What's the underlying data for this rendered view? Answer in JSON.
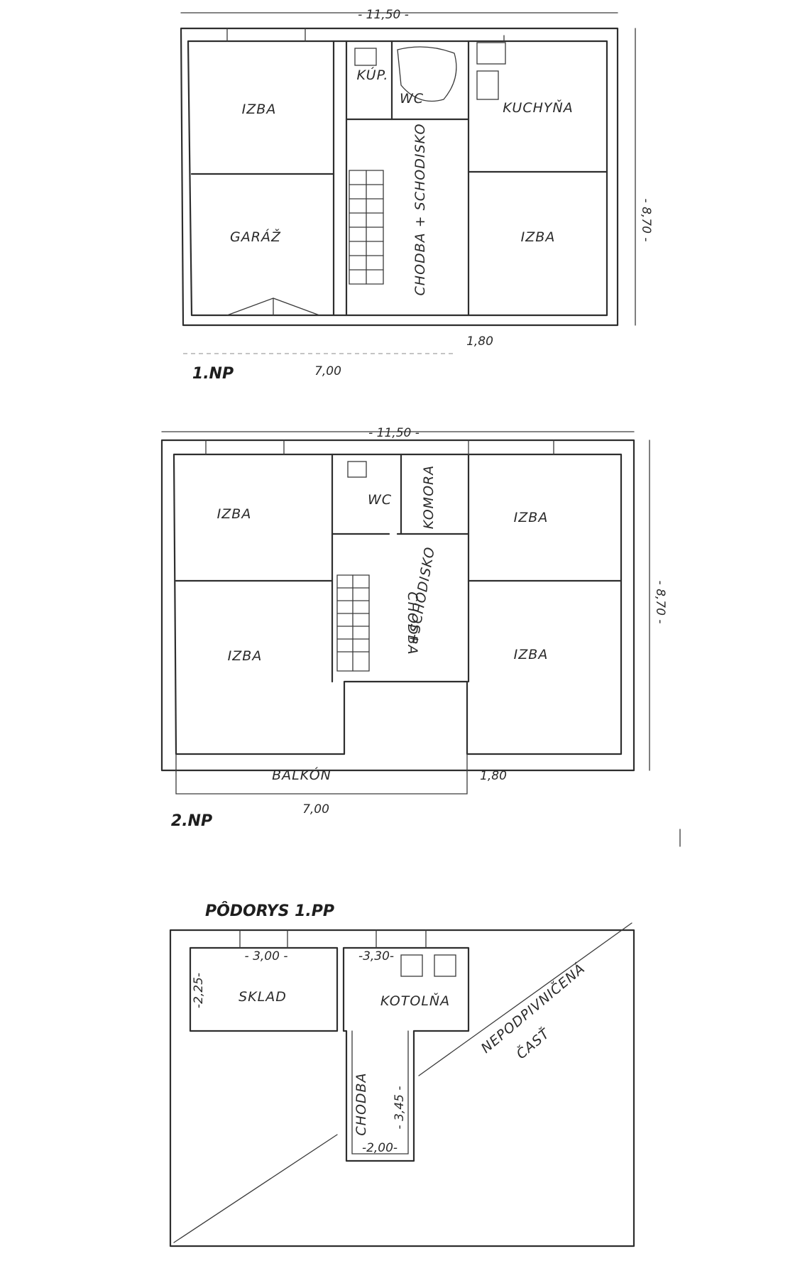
{
  "floor_1np": {
    "name": "1.NP",
    "dim_top": "- 11,50 -",
    "dim_side": "- 8,70 -",
    "dim_bottom_left": "7,00",
    "dim_bottom_right": "1,80",
    "rooms": {
      "izba_top_left": "IZBA",
      "garaz": "GARÁŽ",
      "kup": "KÚP.",
      "wc": "WC",
      "chodba": "CHODBA + SCHODISKO",
      "kuchyna": "KUCHYŇA",
      "izba_right": "IZBA"
    }
  },
  "floor_2np": {
    "name": "2.NP",
    "dim_top": "- 11,50 -",
    "dim_side": "- 8,70 -",
    "dim_bottom_left": "7,00",
    "dim_bottom_right": "1,80",
    "rooms": {
      "izba_top_left": "IZBA",
      "izba_bottom_left": "IZBA",
      "wc": "WC",
      "komora": "KOMORA",
      "chodba": "CHODBA",
      "schodisko": "+SCHODISKO",
      "izba_top_right": "IZBA",
      "izba_bottom_right": "IZBA",
      "balkon": "BALKÓN"
    }
  },
  "floor_1pp": {
    "title": "PÔDORYS 1.PP",
    "rooms": {
      "sklad": "SKLAD",
      "kotolna": "KOTOLŇA",
      "chodba": "CHODBA",
      "nepodpivnicena_1": "NEPODPIVNIČENÁ",
      "nepodpivnicena_2": "ČASŤ"
    },
    "dims": {
      "sklad_width": "- 3,00 -",
      "sklad_height": "-2,25-",
      "kotolna_width": "-3,30-",
      "chodba_length": "- 3,45 -",
      "chodba_width": "-2,00-"
    }
  }
}
